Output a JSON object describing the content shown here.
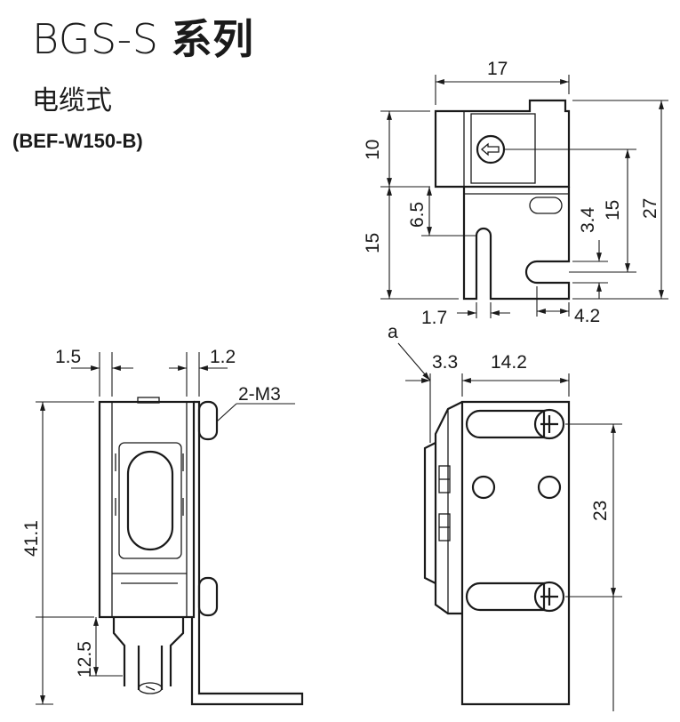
{
  "header": {
    "series_title": "BGS-S",
    "series_suffix": "系列",
    "subtitle": "电缆式",
    "model": "(BEF-W150-B)"
  },
  "dimensions": {
    "top_width": "17",
    "top_height_upper": "10",
    "top_height_lower": "15",
    "slot_depth": "6.5",
    "slot_width": "1.7",
    "side_slot_height": "3.4",
    "side_slot_offset": "15",
    "total_height": "27",
    "side_slot_depth": "4.2",
    "front_left": "1.5",
    "front_right": "1.2",
    "screw_label": "2-M3",
    "front_height": "41.1",
    "cable_offset": "12.5",
    "marker_a": "a",
    "side_offset": "3.3",
    "side_width": "14.2",
    "screw_pitch": "23"
  }
}
